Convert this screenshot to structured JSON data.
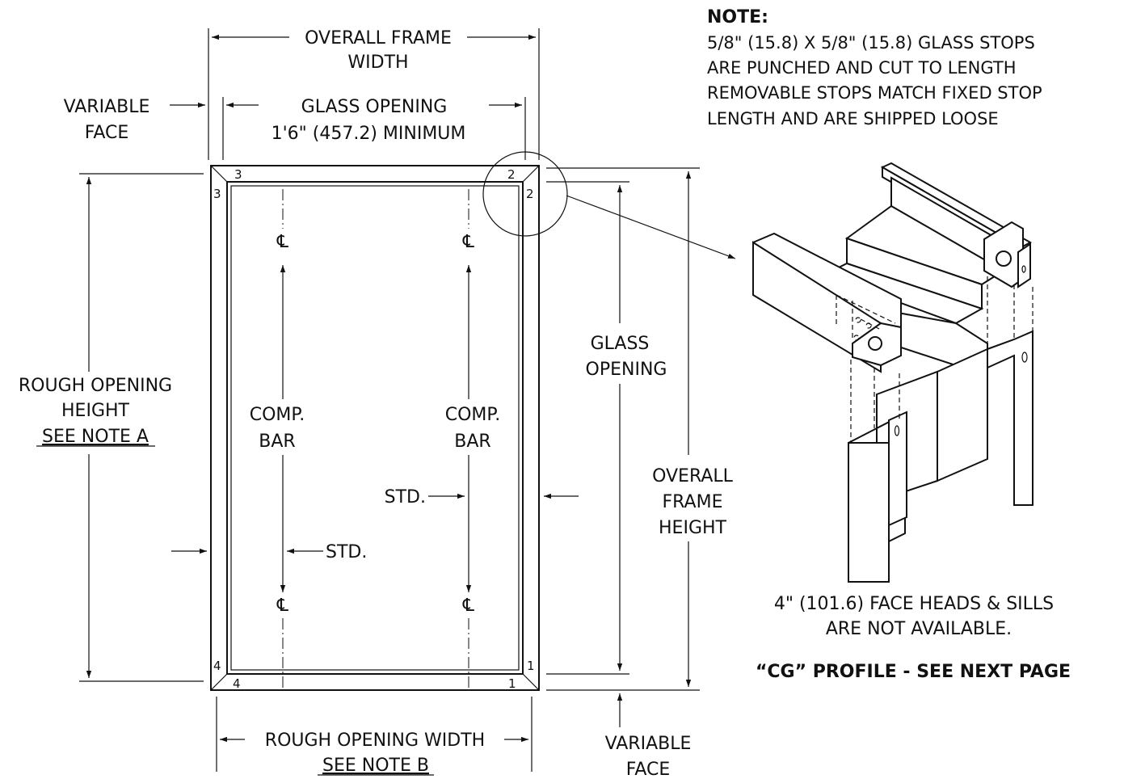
{
  "labels": {
    "overall_frame_width_1": "OVERALL FRAME",
    "overall_frame_width_2": "WIDTH",
    "variable_face_top_1": "VARIABLE",
    "variable_face_top_2": "FACE",
    "glass_opening_top_1": "GLASS OPENING",
    "glass_opening_top_2": "1'6\" (457.2) MINIMUM",
    "rough_opening_height_1": "ROUGH OPENING",
    "rough_opening_height_2": "HEIGHT",
    "rough_opening_height_3": "SEE NOTE A",
    "comp_bar_1": "COMP.",
    "comp_bar_2": "BAR",
    "centerline": "℄",
    "std": "STD.",
    "glass_opening_side_1": "GLASS",
    "glass_opening_side_2": "OPENING",
    "overall_frame_height_1": "OVERALL",
    "overall_frame_height_2": "FRAME",
    "overall_frame_height_3": "HEIGHT",
    "rough_opening_width_1": "ROUGH OPENING WIDTH",
    "rough_opening_width_2": "SEE NOTE B",
    "variable_face_bottom_1": "VARIABLE",
    "variable_face_bottom_2": "FACE",
    "corner_1": "1",
    "corner_2": "2",
    "corner_3": "3",
    "corner_4": "4"
  },
  "note": {
    "title": "NOTE:",
    "line1": "5/8\" (15.8) X 5/8\" (15.8) GLASS STOPS",
    "line2": "ARE PUNCHED AND CUT TO LENGTH",
    "line3": "REMOVABLE STOPS MATCH FIXED STOP",
    "line4": "LENGTH AND ARE SHIPPED LOOSE"
  },
  "caption": {
    "line1": "4\" (101.6) FACE HEADS & SILLS",
    "line2": "ARE NOT AVAILABLE.",
    "profile": "“CG” PROFILE - SEE NEXT PAGE"
  }
}
